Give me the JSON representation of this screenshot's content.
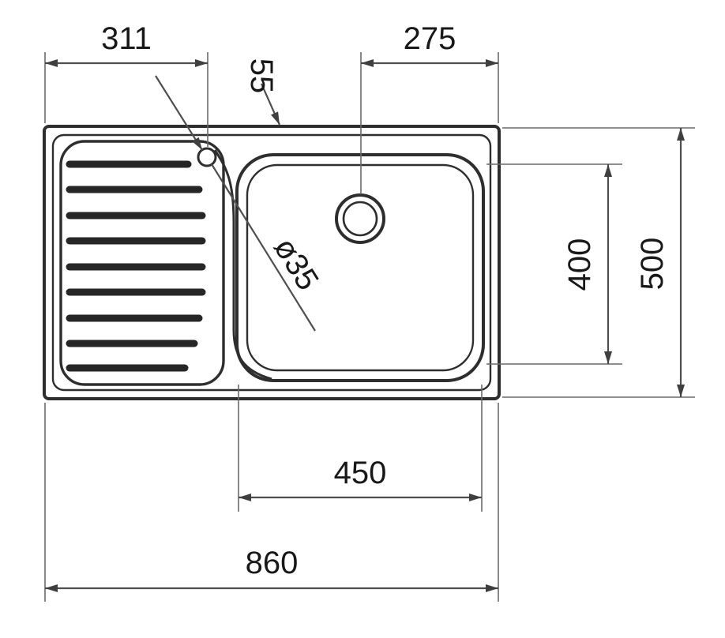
{
  "drawing": {
    "title": "kitchen-sink-plan-technical-drawing",
    "labels": {
      "drainboard_width": "311",
      "drain_offset": "275",
      "hole_offset": "55",
      "hole_diameter": "ø35",
      "basin_depth": "400",
      "total_depth": "500",
      "basin_width": "450",
      "total_width": "860"
    },
    "colors": {
      "outline": "#2e2e2e",
      "dimension_line": "#4f4f4f",
      "extension_line": "#6a6a6a",
      "text": "#181818",
      "background": "#ffffff"
    }
  }
}
